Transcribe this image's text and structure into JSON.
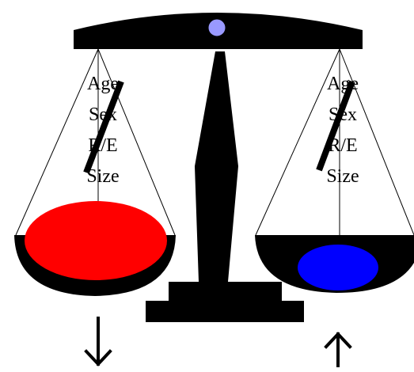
{
  "diagram": {
    "left_pan": {
      "labels": [
        "Age",
        "Sex",
        "R/E",
        "Size"
      ],
      "arrow": "down",
      "arrow_icon": "arrow-down-icon"
    },
    "right_pan": {
      "labels": [
        "Age",
        "Sex",
        "R/E",
        "Size"
      ],
      "arrow": "up",
      "arrow_icon": "arrow-up-icon"
    },
    "colors": {
      "scale_body": "#000000",
      "pivot": "#9999ff",
      "left_weight": "#ff0000",
      "right_weight": "#0000ff",
      "background": "#ffffff"
    }
  }
}
